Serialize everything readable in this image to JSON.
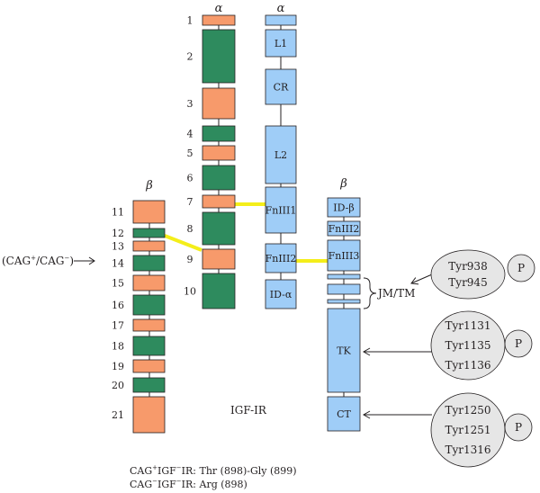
{
  "colors": {
    "exon_orange": "#f79a6b",
    "exon_green": "#2e8b5e",
    "domain_blue": "#9fcdf7",
    "bond_yellow": "#f4ee1a",
    "circle_gray": "#e6e6e6",
    "stroke": "#231f20"
  },
  "alpha_gene_header": "α",
  "alpha_protein_header": "α",
  "beta_gene_header": "β",
  "beta_protein_header": "β",
  "center_label": "IGF-IR",
  "alpha_exons": [
    "1",
    "2",
    "3",
    "4",
    "5",
    "6",
    "7",
    "8",
    "9",
    "10"
  ],
  "beta_exons": [
    "11",
    "12",
    "13",
    "14",
    "15",
    "16",
    "17",
    "18",
    "19",
    "20",
    "21"
  ],
  "alpha_domains": [
    "L1",
    "CR",
    "L2",
    "FnIII1",
    "FnIII2",
    "ID-α"
  ],
  "beta_domains": [
    "ID-β",
    "FnIII2",
    "FnIII3",
    "TK",
    "CT"
  ],
  "jm_tm_label": "JM/TM",
  "cag_label": "(CAG⁺/CAG⁻)",
  "tyrosine_groups": [
    {
      "sites": [
        "Tyr938",
        "Tyr945"
      ],
      "phospho": "P"
    },
    {
      "sites": [
        "Tyr1131",
        "Tyr1135",
        "Tyr1136"
      ],
      "phospho": "P"
    },
    {
      "sites": [
        "Tyr1250",
        "Tyr1251",
        "Tyr1316"
      ],
      "phospho": "P"
    }
  ],
  "footnotes": {
    "line1_prefix": "CAG",
    "line1_sup1": "+",
    "line1_mid": "IGF",
    "line1_sup2": "−",
    "line1_rest": "IR: Thr (898)-Gly (899)",
    "line2_prefix": "CAG",
    "line2_sup1": "−",
    "line2_mid": "IGF",
    "line2_sup2": "−",
    "line2_rest": "IR: Arg (898)"
  }
}
